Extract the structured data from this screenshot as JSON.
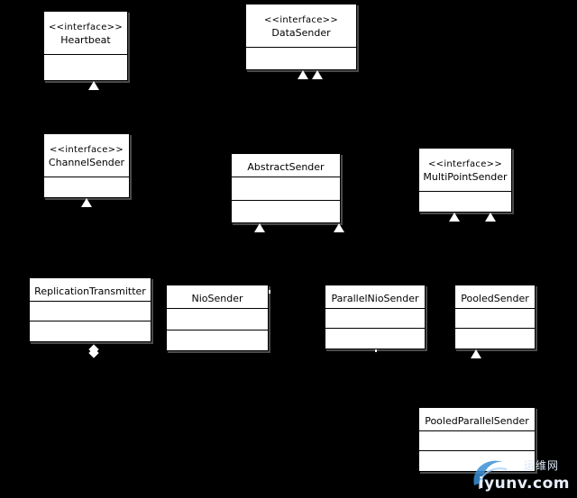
{
  "classes": {
    "heartbeat": {
      "stereotype": "<<interface>>",
      "name": "Heartbeat"
    },
    "datasender": {
      "stereotype": "<<interface>>",
      "name": "DataSender"
    },
    "channelsender": {
      "stereotype": "<<interface>>",
      "name": "ChannelSender"
    },
    "abstractsender": {
      "name": "AbstractSender"
    },
    "multipointsender": {
      "stereotype": "<<interface>>",
      "name": "MultiPointSender"
    },
    "replicationtransmitter": {
      "name": "ReplicationTransmitter"
    },
    "niosender": {
      "name": "NioSender"
    },
    "parallelniosender": {
      "name": "ParallelNioSender"
    },
    "pooledsender": {
      "name": "PooledSender"
    },
    "pooledparallelsender": {
      "name": "PooledParallelSender"
    }
  },
  "watermark": {
    "top": "运维网",
    "bottom": "iyunv.com"
  },
  "colors": {
    "background": "#000000",
    "box_fill": "#ffffff",
    "box_border": "#000000"
  }
}
